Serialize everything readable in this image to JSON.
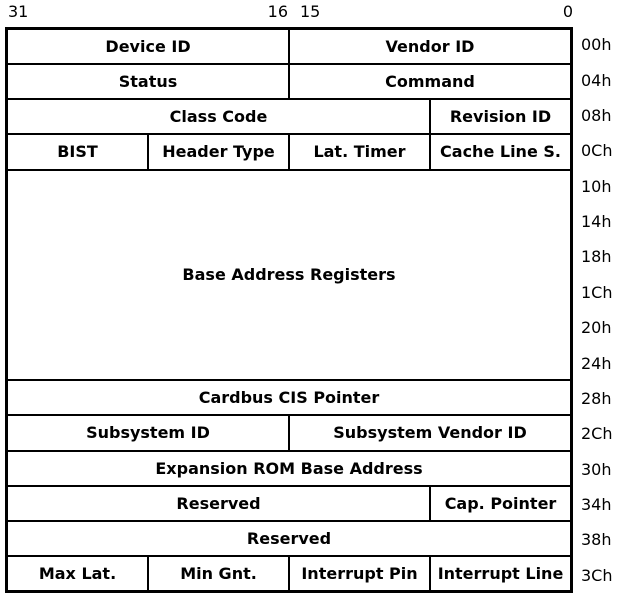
{
  "diagram": {
    "bit_labels": {
      "bit31": "31",
      "bit16": "16",
      "bit15": "15",
      "bit0": "0"
    },
    "offsets": [
      "00h",
      "04h",
      "08h",
      "0Ch",
      "10h",
      "14h",
      "18h",
      "1Ch",
      "20h",
      "24h",
      "28h",
      "2Ch",
      "30h",
      "34h",
      "38h",
      "3Ch"
    ],
    "fields": [
      {
        "label": "Device ID"
      },
      {
        "label": "Vendor ID"
      },
      {
        "label": "Status"
      },
      {
        "label": "Command"
      },
      {
        "label": "Class Code"
      },
      {
        "label": "Revision ID"
      },
      {
        "label": "BIST"
      },
      {
        "label": "Header Type"
      },
      {
        "label": "Lat. Timer"
      },
      {
        "label": "Cache Line S."
      },
      {
        "label": "Base Address Registers"
      },
      {
        "label": "Cardbus CIS Pointer"
      },
      {
        "label": "Subsystem ID"
      },
      {
        "label": "Subsystem Vendor ID"
      },
      {
        "label": "Expansion ROM Base Address"
      },
      {
        "label": "Reserved"
      },
      {
        "label": "Cap. Pointer"
      },
      {
        "label": "Reserved"
      },
      {
        "label": "Max Lat."
      },
      {
        "label": "Min Gnt."
      },
      {
        "label": "Interrupt Pin"
      },
      {
        "label": "Interrupt Line"
      }
    ],
    "colors": {
      "border": "#000000",
      "text": "#000000",
      "background": "#ffffff"
    }
  }
}
